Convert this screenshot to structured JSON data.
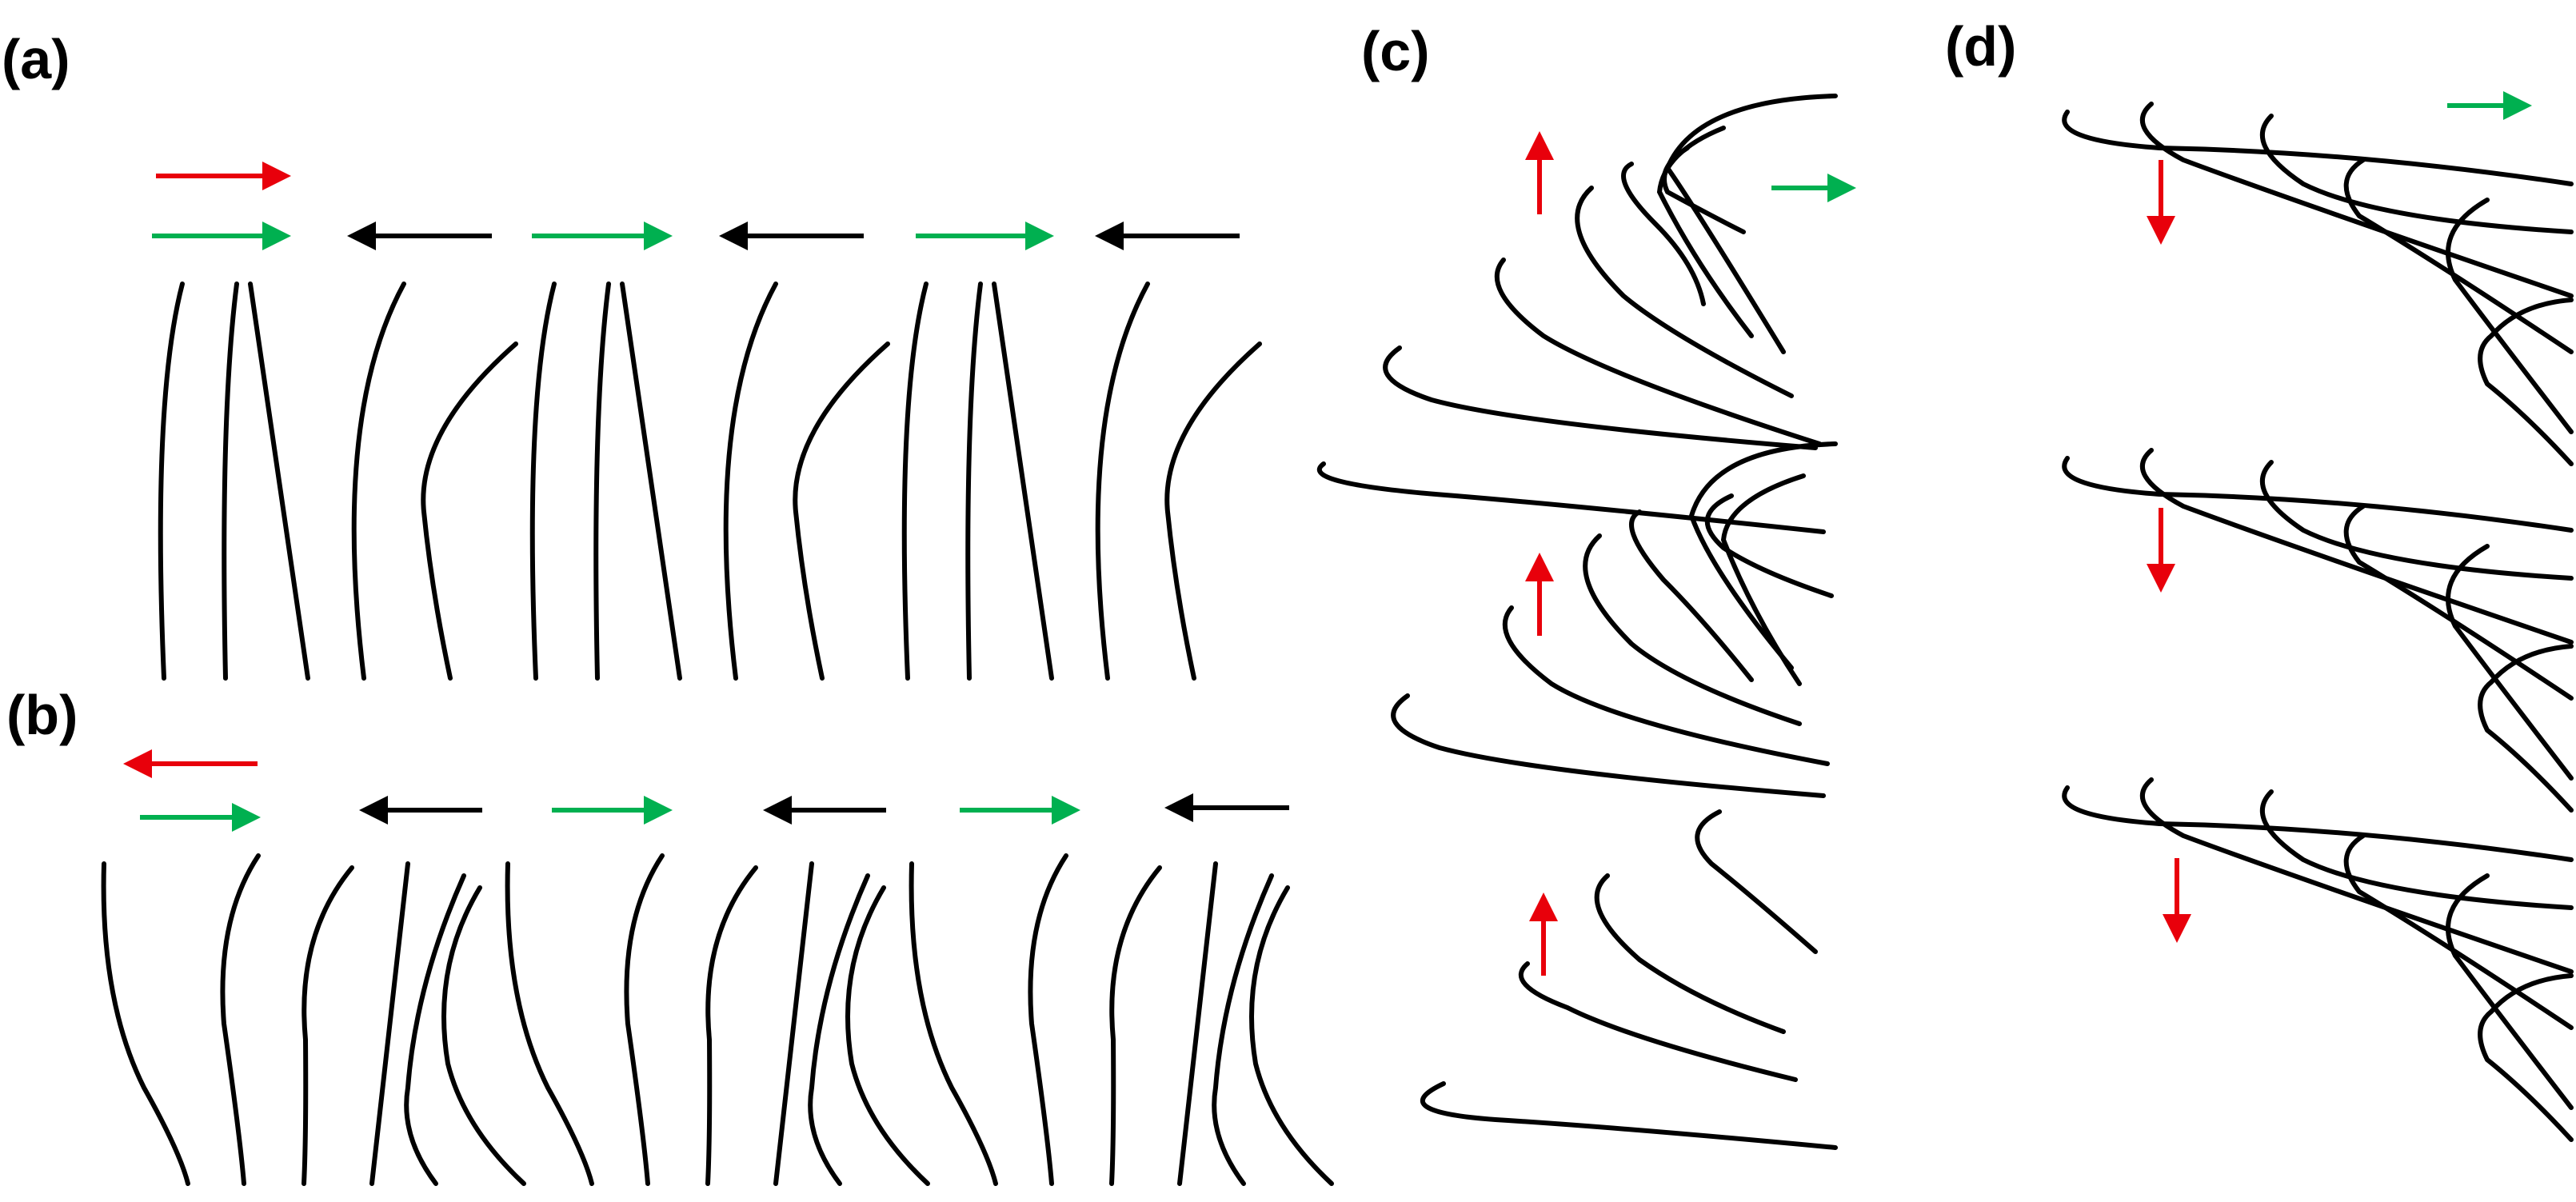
{
  "panels": [
    {
      "id": "a",
      "label": "(a)"
    },
    {
      "id": "b",
      "label": "(b)"
    },
    {
      "id": "c",
      "label": "(c)"
    },
    {
      "id": "d",
      "label": "(d)"
    }
  ],
  "colors": {
    "red": "#e8000b",
    "green": "#00b050",
    "black": "#000000",
    "line": "#000000",
    "background": "#ffffff"
  },
  "arrows": {
    "a_red": "red",
    "a_green": "green",
    "b_red": "red",
    "b_green": "green",
    "c_red": "red",
    "c_green": "green",
    "d_red": "red",
    "d_green": "green",
    "domain_alternating": "black"
  }
}
